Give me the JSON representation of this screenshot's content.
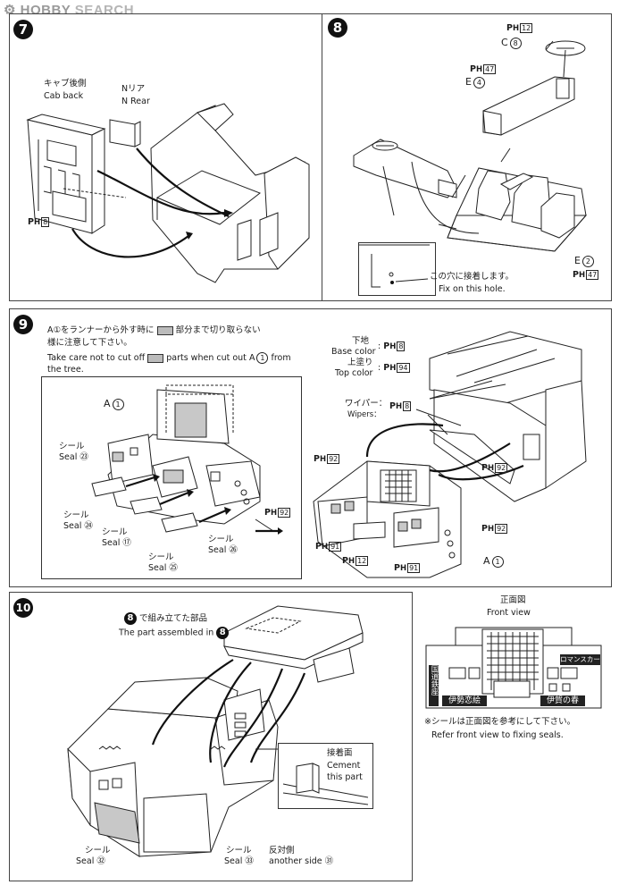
{
  "watermark": {
    "brand": "HOBBY",
    "word": "SEARCH"
  },
  "step7": {
    "num": "7",
    "cab_back_jp": "キャブ後側",
    "cab_back_en": "Cab back",
    "n_rear_jp": "Nリア",
    "n_rear_en": "N Rear",
    "ph": "8"
  },
  "step8": {
    "num": "8",
    "c_label": "C",
    "c_num": "8",
    "ph_c": "12",
    "e_label": "E",
    "e_num": "4",
    "ph_e": "47",
    "e2_label": "E",
    "e2_num": "2",
    "ph_e2": "47",
    "hole_jp": "この穴に接着します。",
    "hole_en": "Fix on this hole."
  },
  "step9": {
    "num": "9",
    "caution_jp_1": "A①をランナーから外す時に",
    "caution_jp_2": "部分まで切り取らない",
    "caution_jp_3": "様に注意して下さい。",
    "caution_en_1": "Take care not to cut off",
    "caution_en_2": "parts when cut out",
    "caution_en_3": "from",
    "caution_en_4": "the tree.",
    "a1": "A①",
    "a_letter": "A",
    "a_num": "1",
    "seal_jp": "シール",
    "seal_en": "Seal",
    "seal23": "㉓",
    "seal24": "㉔",
    "seal17": "⑰",
    "seal25": "㉕",
    "seal26": "㉖",
    "base_jp": "下地",
    "base_en": "Base color",
    "top_jp": "上塗り",
    "top_en": "Top color",
    "wiper_jp": "ワイパー：",
    "wiper_en": "Wipers：",
    "ph8": "8",
    "ph94": "94",
    "ph92": "92",
    "ph91": "91",
    "ph12": "12"
  },
  "step10": {
    "num": "10",
    "assembled_jp": "で組み立てた部品",
    "assembled_en": "The part assembled in",
    "step_ref": "8",
    "cement_jp": "接着面",
    "cement_en": "Cement",
    "cement_en2": "this part",
    "seal_jp": "シール",
    "seal_en": "Seal",
    "seal32": "㉜",
    "seal33": "㉝",
    "other_jp": "反対側",
    "other_en": "another side",
    "seal31": "㉛"
  },
  "front_view": {
    "title_jp": "正面図",
    "title_en": "Front view",
    "note_jp": "※シールは正面図を参考にして下さい。",
    "note_en": "Refer front view to fixing  seals.",
    "seal_left": "国道鉄座",
    "seal_mid": "伊勢恋絵",
    "seal_right_top": "ロマンスカー",
    "seal_right": "伊賀の春"
  }
}
